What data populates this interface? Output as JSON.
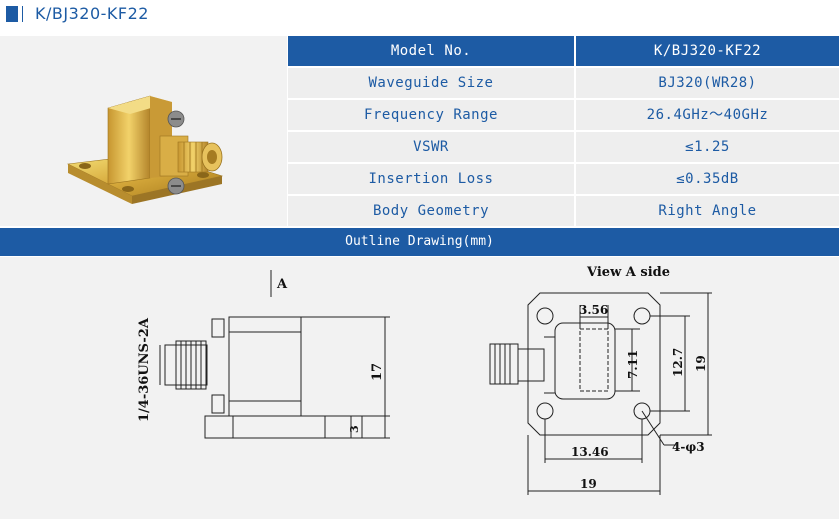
{
  "header": {
    "title": "K/BJ320-KF22"
  },
  "specs": {
    "head": {
      "label": "Model No.",
      "value": "K/BJ320-KF22"
    },
    "rows": [
      {
        "label": "Waveguide Size",
        "value": "BJ320(WR28)"
      },
      {
        "label": "Frequency Range",
        "value": "26.4GHz～40GHz"
      },
      {
        "label": "VSWR",
        "value": "≤1.25"
      },
      {
        "label": "Insertion Loss",
        "value": "≤0.35dB"
      },
      {
        "label": "Body Geometry",
        "value": "Right Angle"
      }
    ]
  },
  "outline": {
    "title": "Outline Drawing(mm)"
  },
  "drawing": {
    "side": {
      "view_marker": "A",
      "thread_label": "1/4-36UNS-2A",
      "height_dim": "17",
      "flange_dim": "3"
    },
    "front": {
      "view_title": "View A side",
      "aperture_width": "3.56",
      "aperture_height": "7.11",
      "hole_spacing_v": "12.7",
      "flange_height": "19",
      "hole_spacing_h": "13.46",
      "flange_width": "19",
      "hole_callout": "4-φ3"
    }
  },
  "colors": {
    "brand_blue": "#1d5ba4",
    "cell_gray": "#eeeeee",
    "panel_gray": "#f2f2f2"
  }
}
